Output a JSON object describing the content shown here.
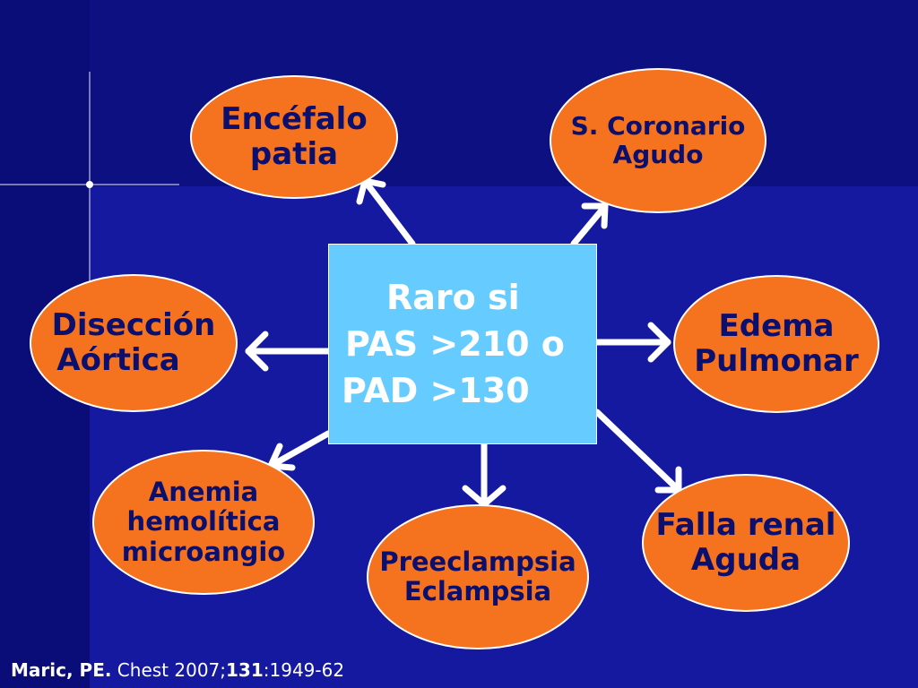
{
  "center": {
    "lines": [
      "Raro si",
      "PAS >210 o",
      "PAD >130"
    ]
  },
  "nodes": {
    "encefalopatia": [
      "Encéfalo",
      "patia"
    ],
    "coronario": [
      "S. Coronario",
      "Agudo"
    ],
    "diseccion": [
      "Disección",
      "Aórtica"
    ],
    "edema": [
      "Edema",
      "Pulmonar"
    ],
    "anemia": [
      "Anemia",
      "hemolítica",
      "microangio"
    ],
    "preeclampsia": [
      "Preeclampsia",
      "Eclampsia"
    ],
    "falla_renal": [
      "Falla renal",
      "Aguda"
    ]
  },
  "citation": {
    "author": "Maric, PE.",
    "journal": " Chest 2007;",
    "volume": "131",
    "pages": ":1949-62"
  },
  "colors": {
    "background": "#1419a0",
    "node_fill": "#f5721e",
    "node_text": "#0b0f6e",
    "center_fill": "#66ccff",
    "arrow": "#ffffff"
  }
}
